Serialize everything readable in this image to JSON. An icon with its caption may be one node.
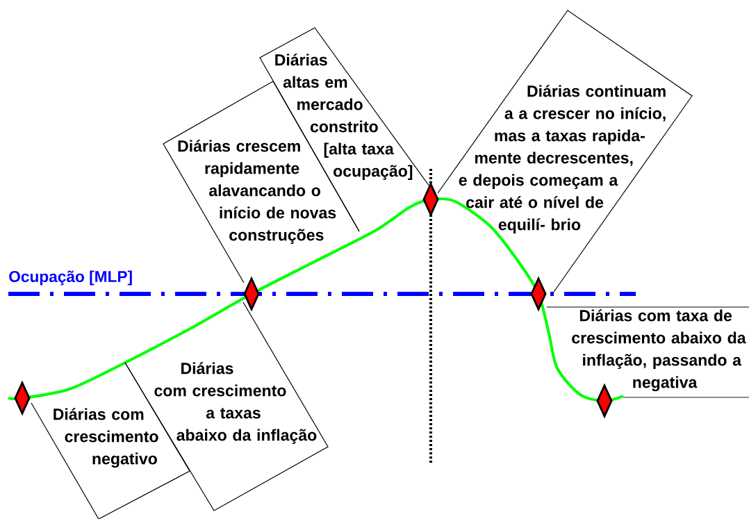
{
  "diagram": {
    "nodes": [
      {
        "text": [
          "Diárias com crescimento negativo"
        ]
      },
      {
        "text": [
          "Diárias com crescimento a taxas abaixo da inflação"
        ]
      },
      {
        "text": [
          "Diárias crescem rapidamente alavancando o início de novas construções"
        ]
      },
      {
        "text": [
          "Diárias altas em mercado constrito [alta taxa ocupação]"
        ]
      },
      {
        "text": [
          "Diárias continuam a a crescer no início, mas a taxas rapida- mente decrescentes, e depois começam a cair até o nível de equilí- brio"
        ]
      },
      {
        "text": [
          "Diárias com taxa de crescimento abaixo da inflação, passando a negativa"
        ]
      }
    ],
    "labels": [
      "Ocupação [MLP]"
    ]
  }
}
